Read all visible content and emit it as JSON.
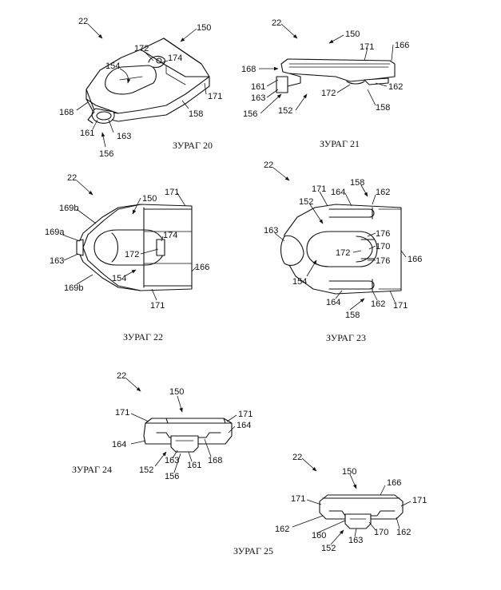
{
  "figures": [
    {
      "caption": "ЗУРАГ 20",
      "labels": [
        "22",
        "150",
        "172",
        "174",
        "154",
        "168",
        "158",
        "171",
        "161",
        "163",
        "156"
      ]
    },
    {
      "caption": "ЗУРАГ 21",
      "labels": [
        "22",
        "150",
        "171",
        "166",
        "168",
        "161",
        "163",
        "156",
        "152",
        "172",
        "162",
        "158"
      ]
    },
    {
      "caption": "ЗУРАГ 22",
      "labels": [
        "22",
        "171",
        "169b",
        "150",
        "169a",
        "174",
        "163",
        "172",
        "166",
        "154",
        "169b",
        "171"
      ]
    },
    {
      "caption": "ЗУРАГ 23",
      "labels": [
        "22",
        "158",
        "171",
        "164",
        "162",
        "152",
        "163",
        "176",
        "170",
        "172",
        "176",
        "166",
        "154",
        "164",
        "162",
        "171",
        "158"
      ]
    },
    {
      "caption": "ЗУРАГ 24",
      "labels": [
        "22",
        "150",
        "171",
        "171",
        "164",
        "164",
        "163",
        "161",
        "168",
        "152",
        "156"
      ]
    },
    {
      "caption": "ЗУРАГ 25",
      "labels": [
        "22",
        "150",
        "166",
        "171",
        "171",
        "162",
        "160",
        "170",
        "162",
        "163",
        "152"
      ]
    }
  ]
}
